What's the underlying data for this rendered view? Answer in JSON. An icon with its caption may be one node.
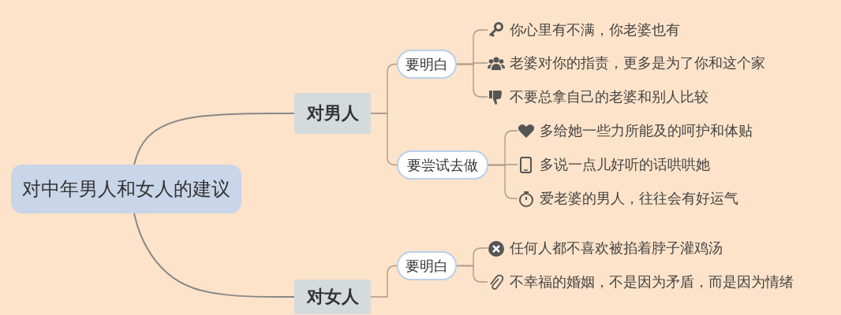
{
  "diagram": {
    "nodes": [
      {
        "text": [
          "对中年男人和女人的建议"
        ]
      },
      {
        "text": [
          "对男人"
        ]
      },
      {
        "text": [
          "要明白"
        ]
      },
      {
        "text": [
          "你心里有不满，你老婆也有"
        ]
      },
      {
        "text": [
          "老婆对你的指责，更多是为了你和这个家"
        ]
      },
      {
        "text": [
          "不要总拿自己的老婆和别人比较"
        ]
      },
      {
        "text": [
          "要尝试去做"
        ]
      },
      {
        "text": [
          "多给她一些力所能及的呵护和体贴"
        ]
      },
      {
        "text": [
          "多说一点儿好听的话哄哄她"
        ]
      },
      {
        "text": [
          "爱老婆的男人，往往会有好运气"
        ]
      },
      {
        "text": [
          "对女人"
        ]
      },
      {
        "text": [
          "要明白"
        ]
      },
      {
        "text": [
          "任何人都不喜欢被掐着脖子灌鸡汤"
        ]
      },
      {
        "text": [
          "不幸福的婚姻，不是因为矛盾，而是因为情绪"
        ]
      }
    ],
    "edges": [
      {
        "from": 0,
        "to": 1,
        "arrow": "none"
      },
      {
        "from": 0,
        "to": 10,
        "arrow": "none"
      },
      {
        "from": 1,
        "to": 2,
        "arrow": "none"
      },
      {
        "from": 1,
        "to": 6,
        "arrow": "none"
      },
      {
        "from": 2,
        "to": 3,
        "arrow": "none"
      },
      {
        "from": 2,
        "to": 4,
        "arrow": "none"
      },
      {
        "from": 2,
        "to": 5,
        "arrow": "none"
      },
      {
        "from": 6,
        "to": 7,
        "arrow": "none"
      },
      {
        "from": 6,
        "to": 8,
        "arrow": "none"
      },
      {
        "from": 6,
        "to": 9,
        "arrow": "none"
      },
      {
        "from": 10,
        "to": 11,
        "arrow": "none"
      },
      {
        "from": 11,
        "to": 12,
        "arrow": "none"
      },
      {
        "from": 11,
        "to": 13,
        "arrow": "none"
      }
    ]
  }
}
